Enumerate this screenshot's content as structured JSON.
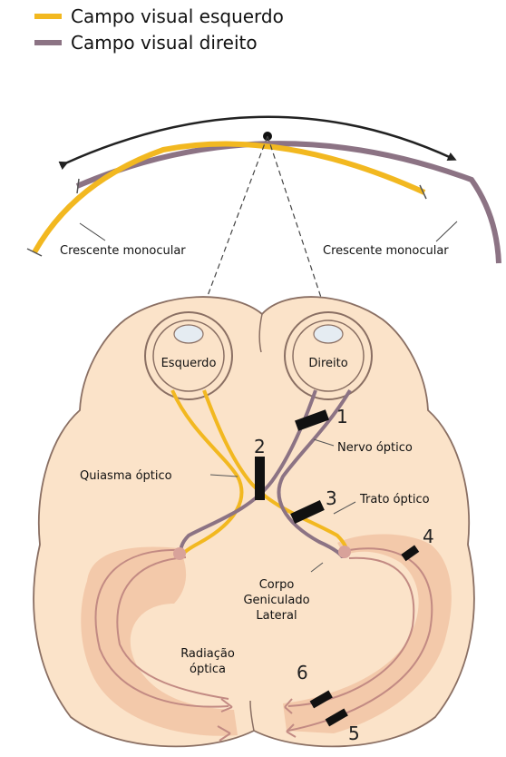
{
  "legend": [
    {
      "label": "Campo visual esquerdo",
      "color": "#f2b820"
    },
    {
      "label": "Campo visual direito",
      "color": "#8c7384"
    }
  ],
  "labels": {
    "crescent_left": "Crescente monocular",
    "crescent_right": "Crescente monocular",
    "eye_left": "Esquerdo",
    "eye_right": "Direito",
    "optic_nerve": "Nervo óptico",
    "optic_chiasm": "Quiasma óptico",
    "optic_tract": "Trato óptico",
    "lgn_line1": "Corpo",
    "lgn_line2": "Geniculado",
    "lgn_line3": "Lateral",
    "radiation_line1": "Radiação",
    "radiation_line2": "óptica"
  },
  "lesions": [
    "1",
    "2",
    "3",
    "4",
    "5",
    "6"
  ],
  "colors": {
    "left_field": "#f2b820",
    "right_field": "#8c7384",
    "brain": "#fbe3c9",
    "brain_outline": "#8a6f63",
    "radiation": "#f3c9aa",
    "lesion": "#111111"
  }
}
